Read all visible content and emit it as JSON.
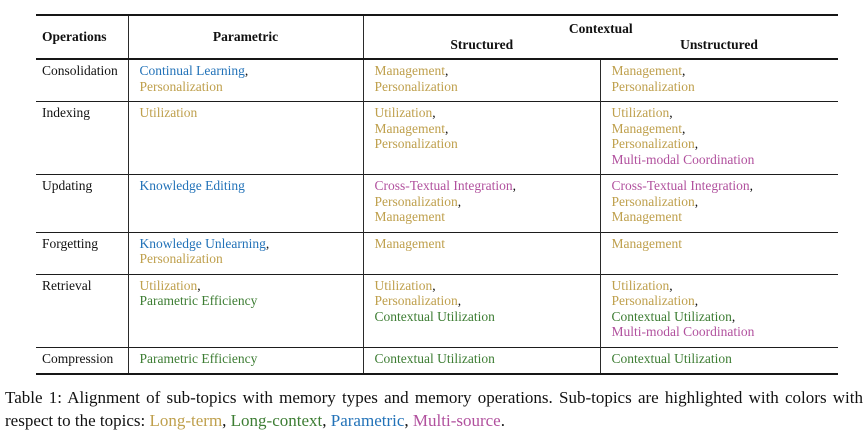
{
  "colors": {
    "long_term": "#bfa04d",
    "long_context": "#3d7d33",
    "parametric": "#2272b8",
    "multi_source": "#b1519e",
    "text": "#111111"
  },
  "table": {
    "separator": ",",
    "headers": {
      "operations": "Operations",
      "parametric": "Parametric",
      "contextual": "Contextual",
      "structured": "Structured",
      "unstructured": "Unstructured"
    },
    "rows": [
      {
        "operation": "Consolidation",
        "parametric": [
          {
            "text": "Continual Learning",
            "color": "parametric"
          },
          {
            "text": "Personalization",
            "color": "long_term"
          }
        ],
        "structured": [
          {
            "text": "Management",
            "color": "long_term"
          },
          {
            "text": "Personalization",
            "color": "long_term"
          }
        ],
        "unstructured": [
          {
            "text": "Management",
            "color": "long_term"
          },
          {
            "text": "Personalization",
            "color": "long_term"
          }
        ]
      },
      {
        "operation": "Indexing",
        "parametric": [
          {
            "text": "Utilization",
            "color": "long_term"
          }
        ],
        "structured": [
          {
            "text": "Utilization",
            "color": "long_term"
          },
          {
            "text": "Management",
            "color": "long_term"
          },
          {
            "text": "Personalization",
            "color": "long_term"
          }
        ],
        "unstructured": [
          {
            "text": "Utilization",
            "color": "long_term"
          },
          {
            "text": "Management",
            "color": "long_term"
          },
          {
            "text": "Personalization",
            "color": "long_term"
          },
          {
            "text": "Multi-modal Coordination",
            "color": "multi_source"
          }
        ]
      },
      {
        "operation": "Updating",
        "parametric": [
          {
            "text": "Knowledge Editing",
            "color": "parametric"
          }
        ],
        "structured": [
          {
            "text": "Cross-Textual Integration",
            "color": "multi_source"
          },
          {
            "text": "Personalization",
            "color": "long_term"
          },
          {
            "text": "Management",
            "color": "long_term"
          }
        ],
        "unstructured": [
          {
            "text": "Cross-Textual Integration",
            "color": "multi_source"
          },
          {
            "text": "Personalization",
            "color": "long_term"
          },
          {
            "text": "Management",
            "color": "long_term"
          }
        ]
      },
      {
        "operation": "Forgetting",
        "parametric": [
          {
            "text": "Knowledge Unlearning",
            "color": "parametric"
          },
          {
            "text": "Personalization",
            "color": "long_term"
          }
        ],
        "structured": [
          {
            "text": "Management",
            "color": "long_term"
          }
        ],
        "unstructured": [
          {
            "text": "Management",
            "color": "long_term"
          }
        ]
      },
      {
        "operation": "Retrieval",
        "parametric": [
          {
            "text": "Utilization",
            "color": "long_term"
          },
          {
            "text": "Parametric Efficiency",
            "color": "long_context"
          }
        ],
        "structured": [
          {
            "text": "Utilization",
            "color": "long_term"
          },
          {
            "text": "Personalization",
            "color": "long_term"
          },
          {
            "text": "Contextual Utilization",
            "color": "long_context"
          }
        ],
        "unstructured": [
          {
            "text": "Utilization",
            "color": "long_term"
          },
          {
            "text": "Personalization",
            "color": "long_term"
          },
          {
            "text": "Contextual Utilization",
            "color": "long_context"
          },
          {
            "text": "Multi-modal Coordination",
            "color": "multi_source"
          }
        ]
      },
      {
        "operation": "Compression",
        "parametric": [
          {
            "text": "Parametric Efficiency",
            "color": "long_context"
          }
        ],
        "structured": [
          {
            "text": "Contextual Utilization",
            "color": "long_context"
          }
        ],
        "unstructured": [
          {
            "text": "Contextual Utilization",
            "color": "long_context"
          }
        ]
      }
    ]
  },
  "caption": {
    "intro": "Table 1: Alignment of sub-topics with memory types and memory operations. Sub-topics are highlighted with colors with respect to the topics:",
    "topics": [
      {
        "text": "Long-term",
        "color": "long_term"
      },
      {
        "text": "Long-context",
        "color": "long_context"
      },
      {
        "text": "Parametric",
        "color": "parametric"
      },
      {
        "text": "Multi-source",
        "color": "multi_source"
      }
    ],
    "separator": ",",
    "period": "."
  }
}
